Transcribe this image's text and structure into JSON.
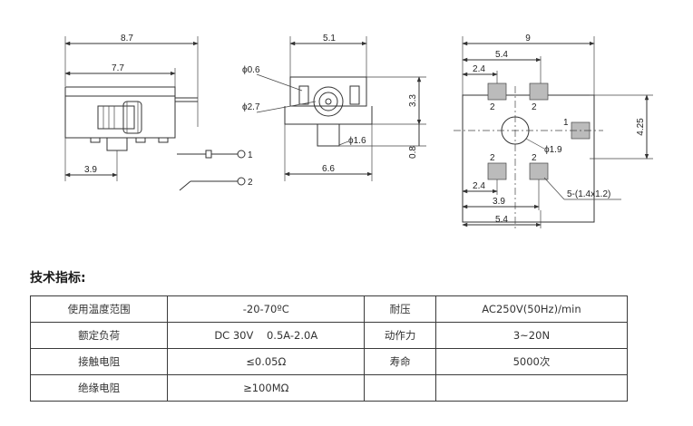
{
  "drawing": {
    "side_view": {
      "dim_overall_width": "8.7",
      "dim_body_width": "7.7",
      "dim_offset": "3.9"
    },
    "schematic": {
      "pin1": "1",
      "pin2": "2"
    },
    "front_view": {
      "dim_width": "5.1",
      "dim_hole_small": "ϕ0.6",
      "dim_hole_large": "ϕ2.7",
      "dim_height": "3.3",
      "dim_pin_dia": "ϕ1.6",
      "dim_pin_len": "0.8",
      "dim_base_width": "6.6"
    },
    "pcb_footprint": {
      "dim_width": "9",
      "dim_pad_span_top": "5.4",
      "dim_pad_offset_top": "2.4",
      "dim_vertical": "4.25",
      "dim_hole": "ϕ1.9",
      "dim_pad_offset_bottom": "2.4",
      "dim_pad_pitch": "3.9",
      "dim_pad_span_bottom": "5.4",
      "pad_size_note": "5-(1.4x1.2)",
      "pad_labels": [
        "2",
        "2",
        "1",
        "2",
        "2"
      ]
    }
  },
  "spec_section": {
    "heading": "技术指标:",
    "rows": [
      {
        "label1": "使用温度范围",
        "value1": "-20-70ºC",
        "label2": "耐压",
        "value2": "AC250V(50Hz)/min"
      },
      {
        "label1": "额定负荷",
        "value1": "DC 30V    0.5A-2.0A",
        "label2": "动作力",
        "value2": "3~20N"
      },
      {
        "label1": "接触电阻",
        "value1": "≤0.05Ω",
        "label2": "寿命",
        "value2": "5000次"
      },
      {
        "label1": "绝缘电阻",
        "value1": "≥100MΩ",
        "label2": "",
        "value2": ""
      }
    ]
  }
}
